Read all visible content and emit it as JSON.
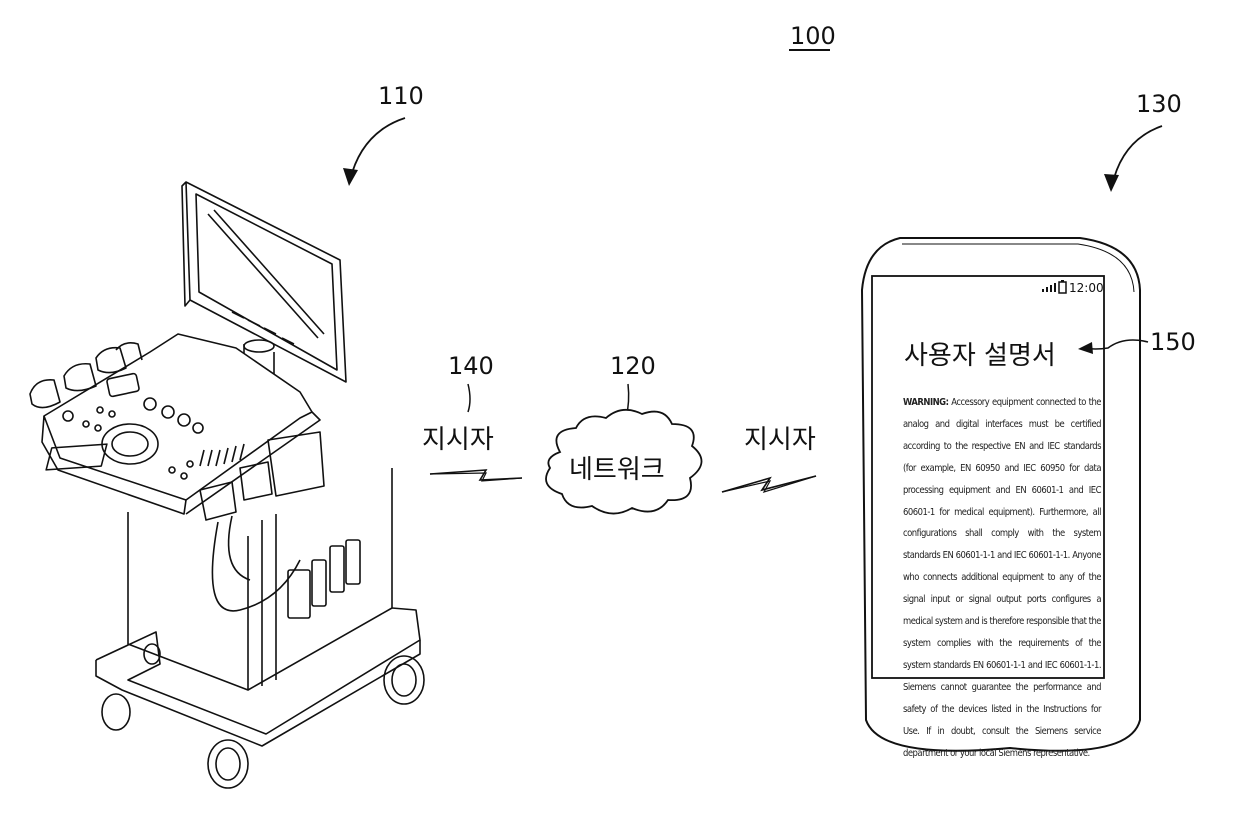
{
  "labels": {
    "system": "100",
    "ultrasound_device": "110",
    "network": "120",
    "mobile_device": "130",
    "signal_left": "140",
    "manual": "150"
  },
  "text": {
    "signal_left": "지시자",
    "signal_right": "지시자",
    "network": "네트워크",
    "manual_title": "사용자 설명서",
    "status_time": "12:00",
    "warning_label": "WARNING:",
    "warning_body": "Accessory equipment connected to the analog and digital interfaces must be certified according to the respective EN and IEC standards (for example, EN 60950 and IEC 60950 for data processing equipment and EN 60601-1 and IEC 60601-1 for medical equipment). Furthermore, all configurations shall comply with the system standards EN 60601-1-1 and IEC 60601-1-1. Anyone who connects additional equipment to any of the signal input or signal output ports configures a medical system and is therefore responsible that the system complies with the requirements of the system standards EN 60601-1-1 and IEC 60601-1-1. Siemens cannot guarantee the performance and safety of the devices listed in the Instructions for Use. If in doubt, consult the Siemens service department or your local Siemens representative."
  }
}
